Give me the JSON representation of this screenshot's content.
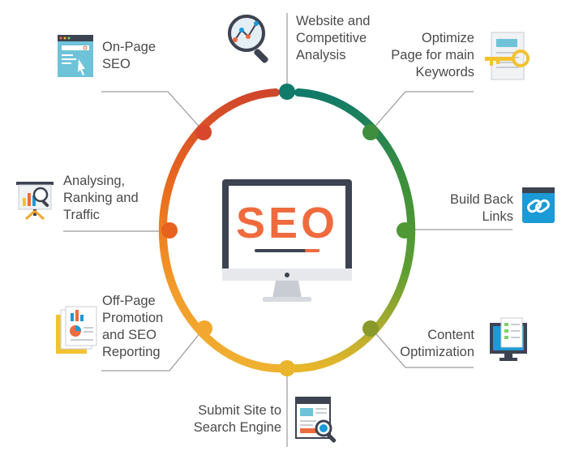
{
  "center": {
    "text": "SEO"
  },
  "items": [
    {
      "id": "on-page-seo",
      "lines": [
        "On-Page",
        "SEO"
      ],
      "icon": "browser-window-icon",
      "node_color": "#d9532b"
    },
    {
      "id": "website-competitive-analysis",
      "lines": [
        "Website and",
        "Competitive",
        "Analysis"
      ],
      "icon": "analytics-magnifier-icon",
      "node_color": "#1a7f6e"
    },
    {
      "id": "optimize-page",
      "lines": [
        "Optimize",
        "Page for main",
        "Keywords"
      ],
      "icon": "page-key-icon",
      "node_color": "#3e8e3e"
    },
    {
      "id": "build-back-links",
      "lines": [
        "Build Back",
        "Links"
      ],
      "icon": "chain-link-icon",
      "node_color": "#5a9a2a"
    },
    {
      "id": "content-optimization",
      "lines": [
        "Content",
        "Optimization"
      ],
      "icon": "monitor-checklist-icon",
      "node_color": "#8a9a2a"
    },
    {
      "id": "submit-site",
      "lines": [
        "Submit Site to",
        "Search Engine"
      ],
      "icon": "search-page-icon",
      "node_color": "#e8a82a"
    },
    {
      "id": "off-page-promotion",
      "lines": [
        "Off-Page",
        "Promotion",
        "and SEO",
        "Reporting"
      ],
      "icon": "report-pages-icon",
      "node_color": "#f3a531"
    },
    {
      "id": "analysing-ranking",
      "lines": [
        "Analysing,",
        "Ranking and",
        "Traffic"
      ],
      "icon": "presentation-board-icon",
      "node_color": "#ec6a1f"
    }
  ],
  "colors": {
    "ring": [
      "#2e8b74",
      "#3e8e3e",
      "#6aa33a",
      "#9aab2a",
      "#e9b52a",
      "#f3a531",
      "#ec7a22",
      "#e05a2c",
      "#d9482b"
    ],
    "seo_text": "#ef6b3e",
    "screen_border": "#3d4351",
    "line": "#9a9a9a",
    "text": "#4a4a4a"
  }
}
